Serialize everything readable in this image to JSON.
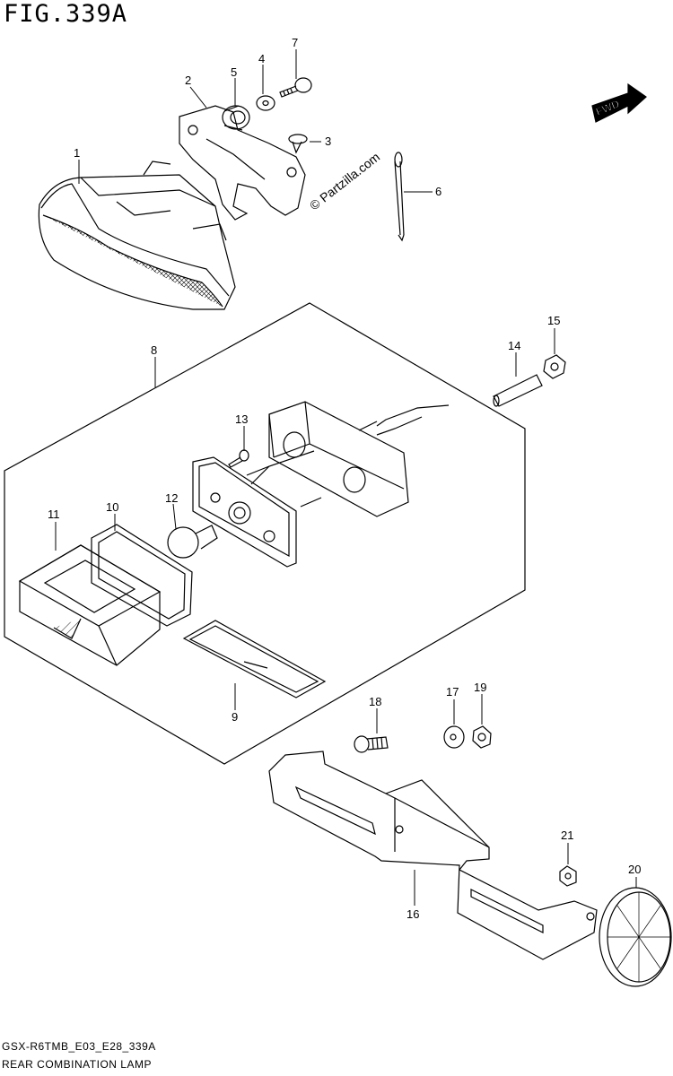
{
  "figure": {
    "title": "FIG.339A",
    "code": "GSX-R6TMB_E03_E28_339A",
    "name": "REAR COMBINATION LAMP",
    "watermark": "© Partzilla.com",
    "fwd_label": "FWD"
  },
  "callouts": [
    {
      "id": "1",
      "label": "1"
    },
    {
      "id": "2",
      "label": "2"
    },
    {
      "id": "3",
      "label": "3"
    },
    {
      "id": "4",
      "label": "4"
    },
    {
      "id": "5",
      "label": "5"
    },
    {
      "id": "6",
      "label": "6"
    },
    {
      "id": "7",
      "label": "7"
    },
    {
      "id": "8",
      "label": "8"
    },
    {
      "id": "9",
      "label": "9"
    },
    {
      "id": "10",
      "label": "10"
    },
    {
      "id": "11",
      "label": "11"
    },
    {
      "id": "12",
      "label": "12"
    },
    {
      "id": "13",
      "label": "13"
    },
    {
      "id": "14",
      "label": "14"
    },
    {
      "id": "15",
      "label": "15"
    },
    {
      "id": "16",
      "label": "16"
    },
    {
      "id": "17",
      "label": "17"
    },
    {
      "id": "18",
      "label": "18"
    },
    {
      "id": "19",
      "label": "19"
    },
    {
      "id": "20",
      "label": "20"
    },
    {
      "id": "21",
      "label": "21"
    }
  ]
}
